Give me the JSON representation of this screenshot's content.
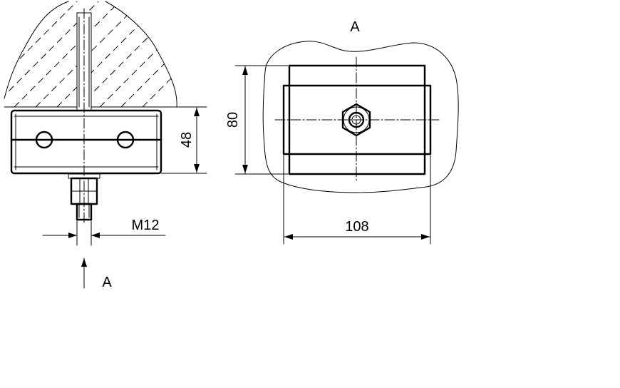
{
  "labels": {
    "view_arrow": "A",
    "view_title": "A",
    "thread": "M12",
    "height_side": "48",
    "height_top": "80",
    "width_top": "108"
  }
}
